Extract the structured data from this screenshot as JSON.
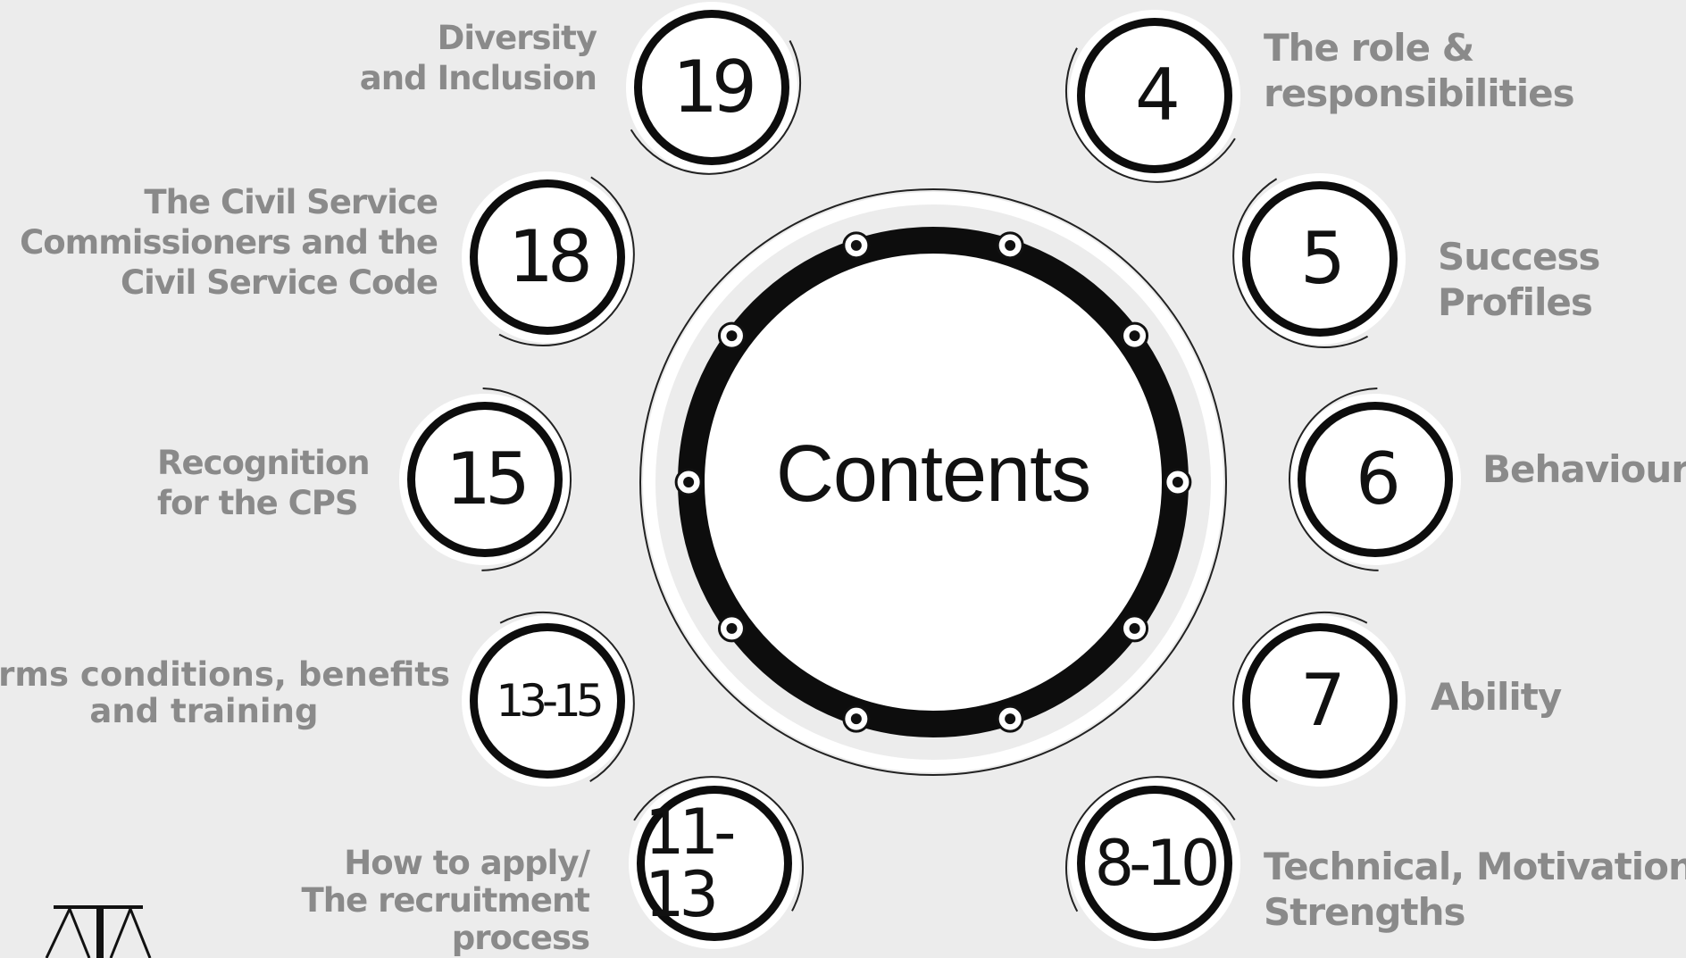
{
  "title": "Contents",
  "sections": [
    {
      "id": "role",
      "page": "4",
      "label_lines": [
        "The role &",
        "responsibilities"
      ]
    },
    {
      "id": "success",
      "page": "5",
      "label_lines": [
        "Success",
        "Profiles"
      ]
    },
    {
      "id": "behaviours",
      "page": "6",
      "label_lines": [
        "Behaviours"
      ]
    },
    {
      "id": "ability",
      "page": "7",
      "label_lines": [
        "Ability"
      ]
    },
    {
      "id": "technical",
      "page": "8-10",
      "label_lines": [
        "Technical, Motivation &",
        "Strengths"
      ]
    },
    {
      "id": "apply",
      "page": "11-13",
      "label_lines": [
        "How to apply/",
        "The recruitment",
        "process"
      ]
    },
    {
      "id": "terms",
      "page": "13-15",
      "label_lines": [
        "Terms conditions, benefits",
        "and training"
      ]
    },
    {
      "id": "recognition",
      "page": "15",
      "label_lines": [
        "Recognition",
        "for the CPS"
      ]
    },
    {
      "id": "commissioners",
      "page": "18",
      "label_lines": [
        "The Civil Service",
        "Commissioners and the",
        "Civil Service Code"
      ]
    },
    {
      "id": "diversity",
      "page": "19",
      "label_lines": [
        "Diversity",
        "and Inclusion"
      ]
    }
  ],
  "colors": {
    "ring": "#0d0d0d",
    "label": "#8a8a8a",
    "background": "#ececec"
  }
}
